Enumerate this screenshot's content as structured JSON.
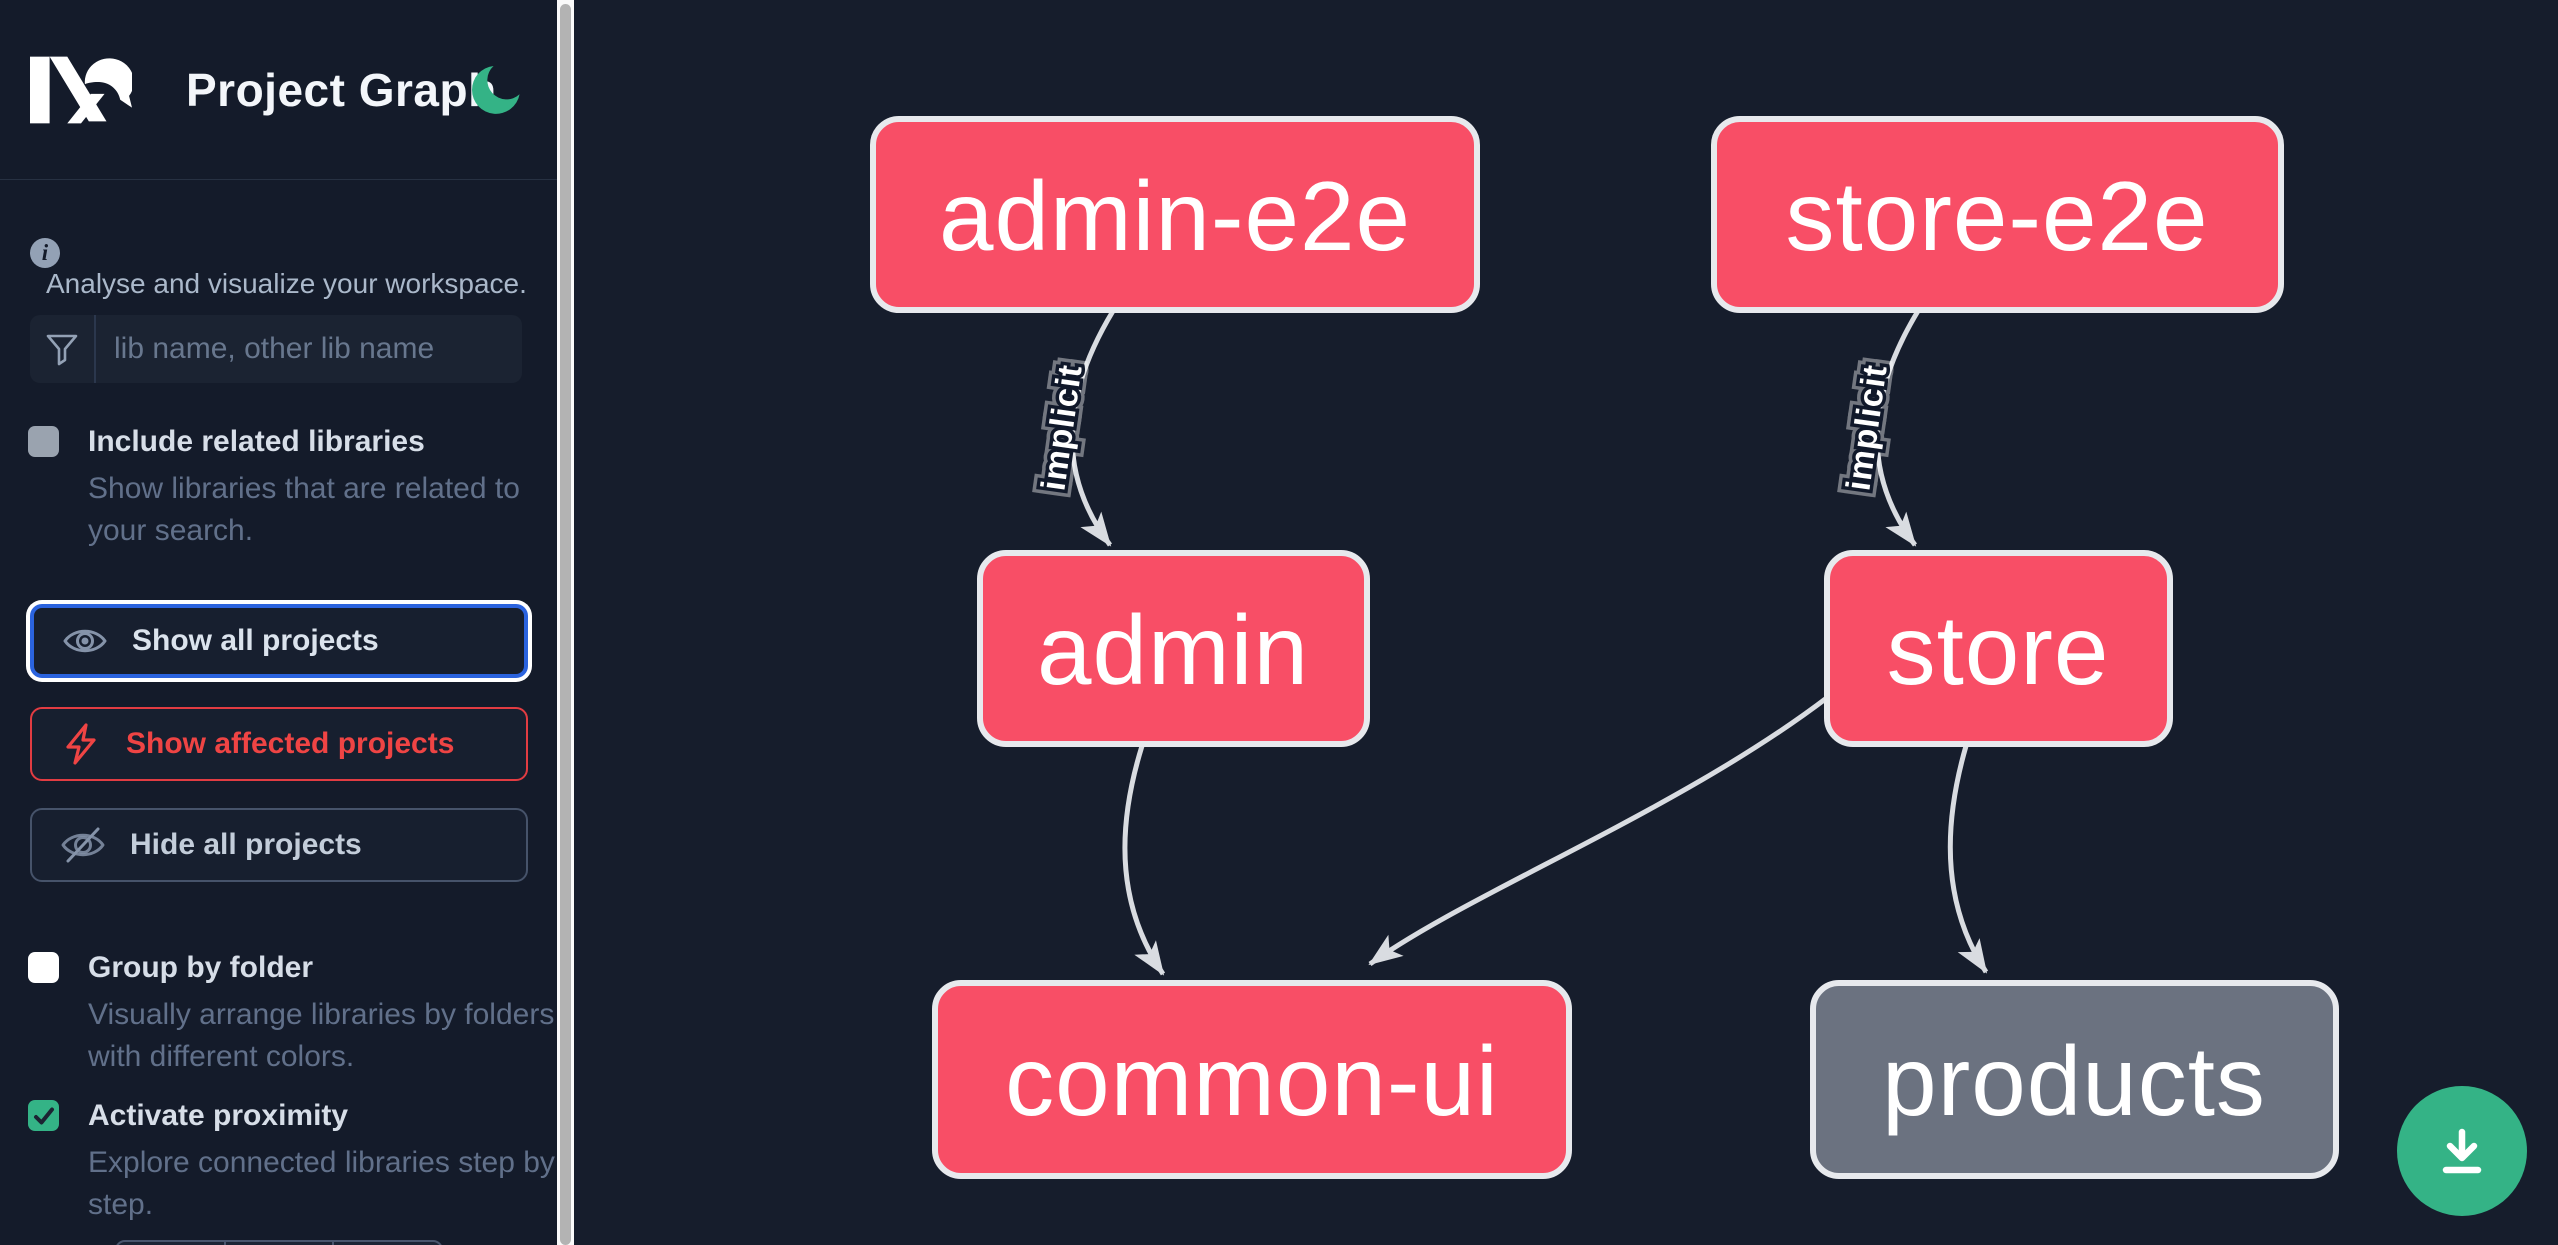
{
  "app": {
    "title": "Project Graph"
  },
  "sidebar": {
    "tagline": "Analyse and visualize your workspace.",
    "search_placeholder": "lib name, other lib name",
    "toggles": [
      {
        "label": "Include related libraries",
        "description": "Show libraries that are related to your search.",
        "checked": "false"
      },
      {
        "label": "Group by folder",
        "description": "Visually arrange libraries by folders with different colors.",
        "checked": "false"
      },
      {
        "label": "Activate proximity",
        "description": "Explore connected libraries step by step.",
        "checked": "true"
      }
    ],
    "actions": [
      {
        "label": "Show all projects"
      },
      {
        "label": "Show affected projects"
      },
      {
        "label": "Hide all projects"
      }
    ]
  },
  "graph": {
    "nodes": [
      {
        "id": "admin-e2e",
        "label": "admin-e2e",
        "style": "pink"
      },
      {
        "id": "store-e2e",
        "label": "store-e2e",
        "style": "pink"
      },
      {
        "id": "admin",
        "label": "admin",
        "style": "pink"
      },
      {
        "id": "store",
        "label": "store",
        "style": "pink"
      },
      {
        "id": "common-ui",
        "label": "common-ui",
        "style": "pink"
      },
      {
        "id": "products",
        "label": "products",
        "style": "gray"
      }
    ],
    "edges": [
      {
        "from": "admin-e2e",
        "to": "admin",
        "label": "implicit"
      },
      {
        "from": "store-e2e",
        "to": "store",
        "label": "implicit"
      },
      {
        "from": "admin",
        "to": "common-ui",
        "label": ""
      },
      {
        "from": "store",
        "to": "common-ui",
        "label": ""
      },
      {
        "from": "store",
        "to": "products",
        "label": ""
      }
    ]
  },
  "colors": {
    "accent_green": "#34b386",
    "node_pink": "#f84e66",
    "node_gray": "#6b7280",
    "node_border": "#e7e9ed",
    "edge_gray": "#d9dce1",
    "focus_blue": "#2b63de",
    "affected_red": "#ef4444",
    "sidebar_bg": "#141b2a",
    "canvas_bg": "#161d2c"
  }
}
